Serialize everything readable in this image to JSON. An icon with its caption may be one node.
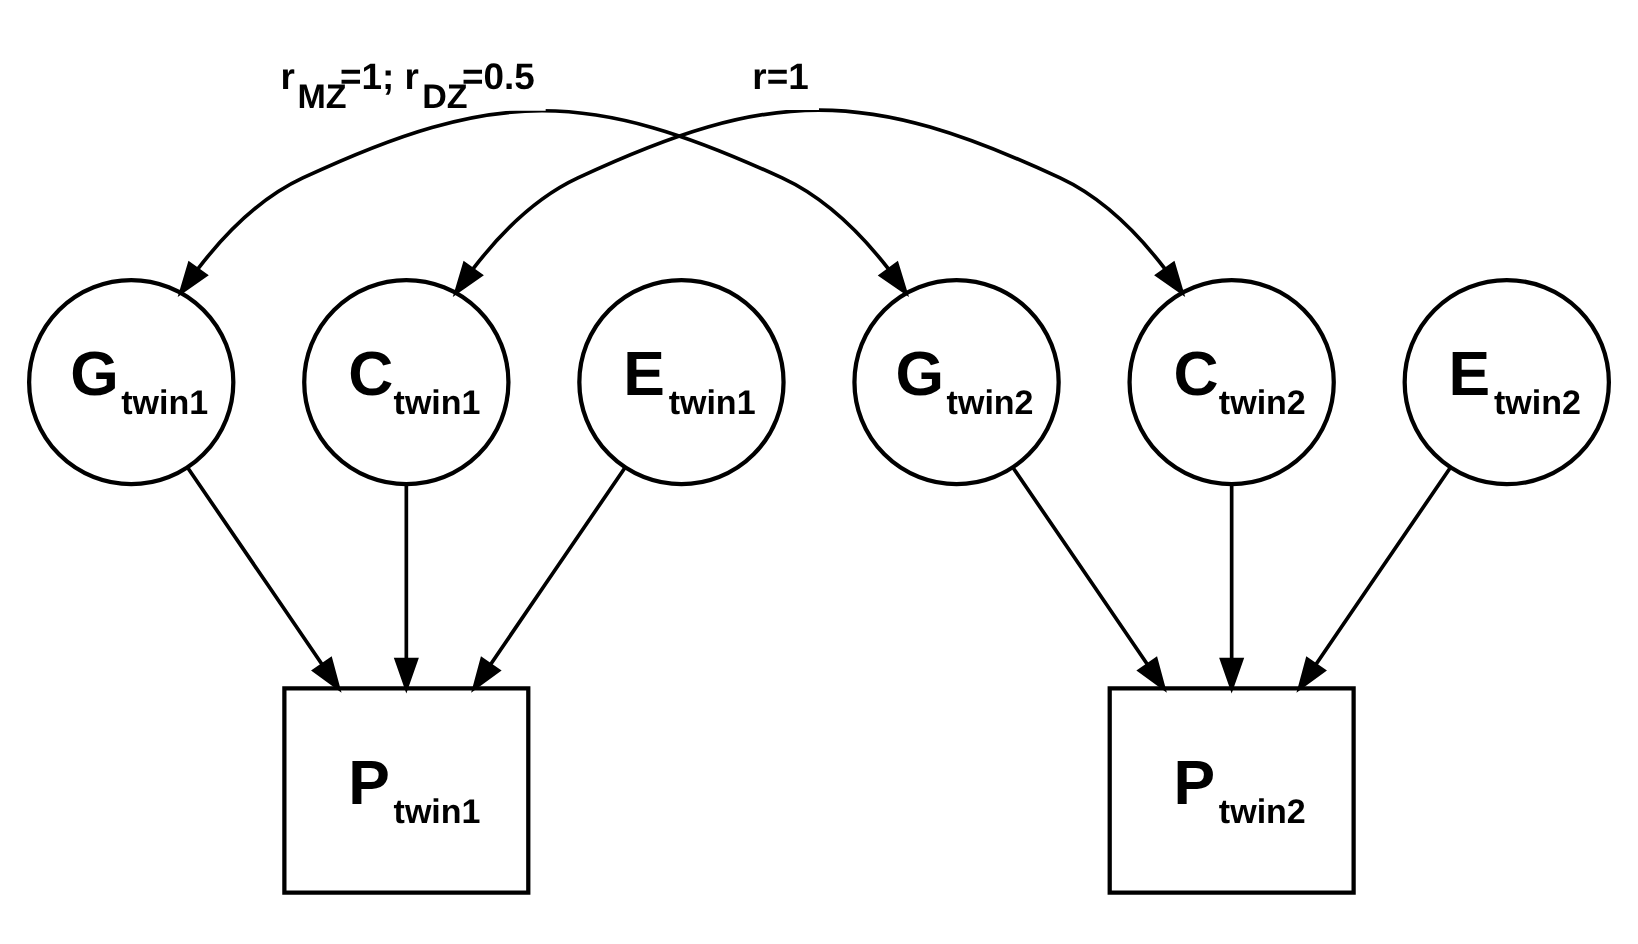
{
  "diagram": {
    "nodes": [
      {
        "text": [
          "G$_{twin1}$"
        ]
      },
      {
        "text": [
          "C$_{twin1}$"
        ]
      },
      {
        "text": [
          "E$_{twin1}$"
        ]
      },
      {
        "text": [
          "G$_{twin2}$"
        ]
      },
      {
        "text": [
          "C$_{twin2}$"
        ]
      },
      {
        "text": [
          "E$_{twin2}$"
        ]
      },
      {
        "text": [
          "P$_{twin1}$"
        ]
      },
      {
        "text": [
          "P$_{twin2}$"
        ]
      }
    ],
    "edges": [
      {
        "from": 0,
        "to": 3,
        "arrow": "both",
        "label": "r$_{MZ}$=1; r$_{DZ}$=0.5"
      },
      {
        "from": 1,
        "to": 4,
        "arrow": "both",
        "label": "r=1"
      },
      {
        "from": 0,
        "to": 6,
        "arrow": "to"
      },
      {
        "from": 1,
        "to": 6,
        "arrow": "to"
      },
      {
        "from": 2,
        "to": 6,
        "arrow": "to"
      },
      {
        "from": 3,
        "to": 7,
        "arrow": "to"
      },
      {
        "from": 4,
        "to": 7,
        "arrow": "to"
      },
      {
        "from": 5,
        "to": 7,
        "arrow": "to"
      }
    ]
  }
}
